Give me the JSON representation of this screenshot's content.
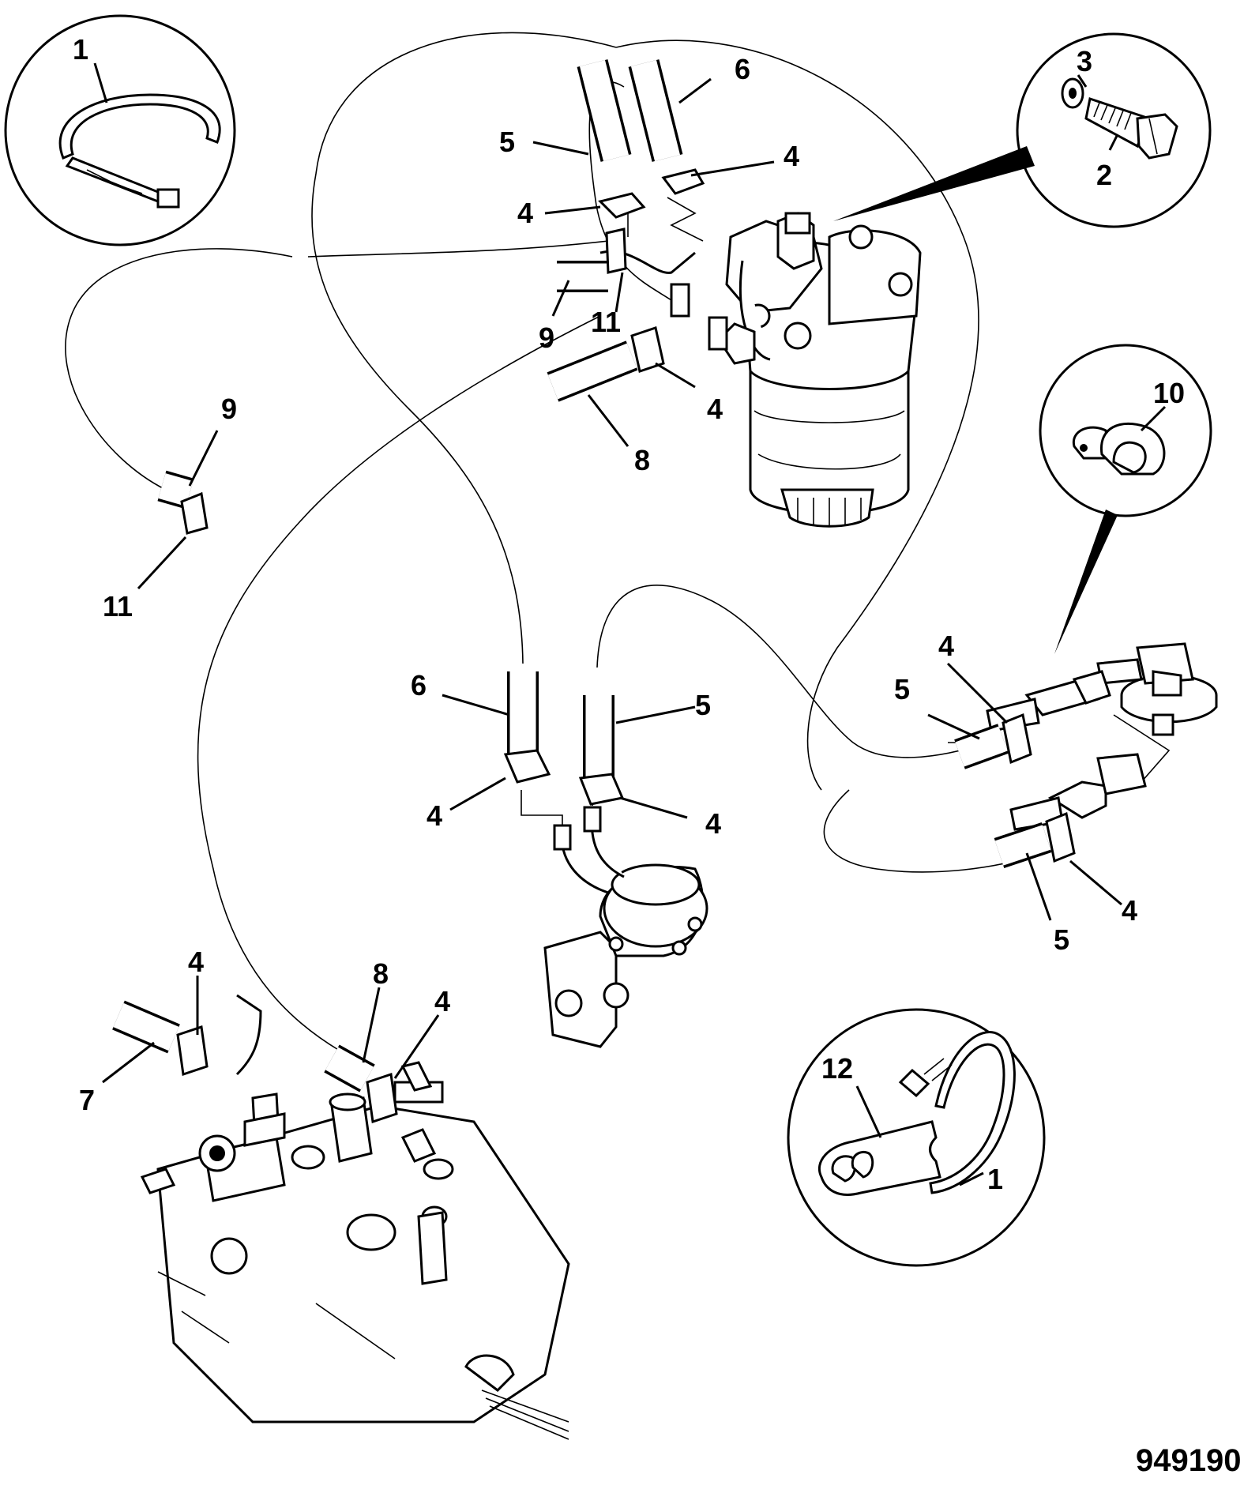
{
  "figure_number": "949190",
  "callouts": {
    "c1_top_left": "1",
    "c3": "3",
    "c2": "2",
    "c6_top": "6",
    "c5_top": "5",
    "c4_top_right": "4",
    "c4_top_left": "4",
    "c9_top": "9",
    "c11_top": "11",
    "c4_filter": "4",
    "c8_top": "8",
    "c9_left": "9",
    "c11_left": "11",
    "c10": "10",
    "c4_tank_top": "4",
    "c5_tank_top": "5",
    "c6_pump": "6",
    "c5_pump": "5",
    "c4_pump_left": "4",
    "c4_pump_right": "4",
    "c5_tank_bottom": "5",
    "c4_tank_bottom": "4",
    "c4_inj_left": "4",
    "c7": "7",
    "c8_inj": "8",
    "c4_inj_right": "4",
    "c12": "12",
    "c1_bottom_right": "1"
  }
}
